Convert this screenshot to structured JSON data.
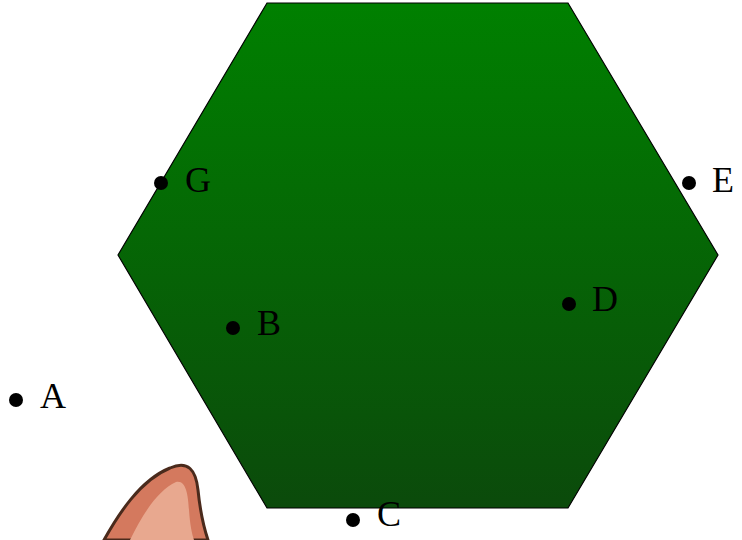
{
  "diagram": {
    "labels": [
      "G",
      "E",
      "D",
      "B",
      "A",
      "C"
    ]
  }
}
